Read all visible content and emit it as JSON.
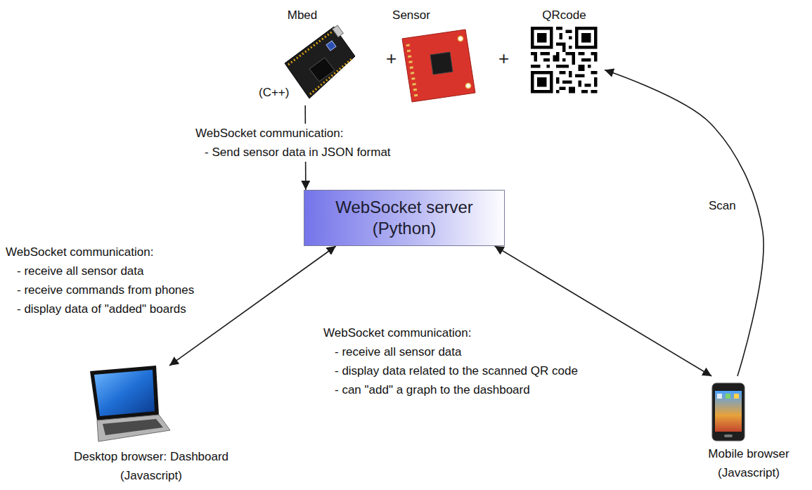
{
  "diagram": {
    "nodes": [
      {
        "text": [
          "Mbed",
          "(C++)"
        ]
      },
      {
        "text": [
          "Sensor"
        ]
      },
      {
        "text": [
          "QRcode"
        ]
      },
      {
        "text": [
          "WebSocket server (Python)"
        ]
      },
      {
        "text": [
          "Desktop browser: Dashboard (Javascript)"
        ]
      },
      {
        "text": [
          "Mobile browser (Javascript)"
        ]
      }
    ],
    "edges": [
      {
        "from": 0,
        "to": 3,
        "arrow": "to",
        "label": "WebSocket communication: - Send sensor data in JSON format"
      },
      {
        "from": 3,
        "to": 4,
        "arrow": "both",
        "label": "WebSocket communication: - receive all sensor data - receive commands from phones - display data of \"added\" boards"
      },
      {
        "from": 3,
        "to": 5,
        "arrow": "both",
        "label": "WebSocket communication: - receive all sensor data - display data related to the scanned QR code - can \"add\" a graph to the dashboard"
      },
      {
        "from": 5,
        "to": 2,
        "arrow": "to",
        "label": "Scan"
      }
    ],
    "labels": [
      "+",
      "+"
    ]
  }
}
